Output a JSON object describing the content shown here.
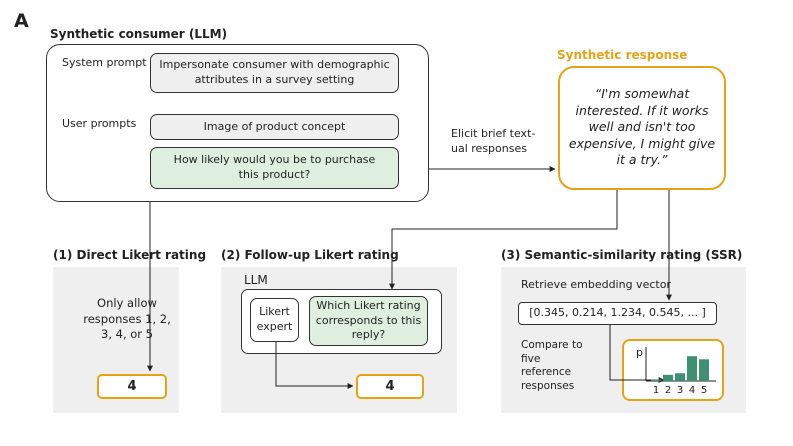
{
  "panel_label": "A",
  "consumer": {
    "title": "Synthetic consumer (LLM)",
    "system_prompt_label": "System prompt",
    "system_prompt": "Impersonate consumer with demographic attributes  in a survey setting",
    "user_prompts_label": "User prompts",
    "user_prompt_image": "Image of product concept",
    "user_prompt_question": "How likely would you be to purchase this product?"
  },
  "elicit_text": "Elicit brief text-ual responses",
  "synthetic_response": {
    "title": "Synthetic response",
    "quote": "“I'm somewhat interested. If it works well and isn't too expensive, I might give it a try.”"
  },
  "direct": {
    "title": "(1) Direct Likert rating",
    "instruction": "Only allow responses 1, 2, 3, 4, or 5",
    "rating": "4"
  },
  "followup": {
    "title": "(2) Follow-up Likert rating",
    "llm_label": "LLM",
    "expert": "Likert expert",
    "question": "Which Likert rating corresponds to this reply?",
    "rating": "4"
  },
  "ssr": {
    "title": "(3) Semantic-similarity rating (SSR)",
    "retrieve_label": "Retrieve embedding vector",
    "vector": "[0.345, 0.214, 1.234, 0.545, ... ]",
    "compare_label": "Compare to five reference responses",
    "plot_ylabel": "p"
  },
  "chart_data": {
    "type": "bar",
    "categories": [
      "1",
      "2",
      "3",
      "4",
      "5"
    ],
    "values": [
      0.05,
      0.2,
      0.25,
      0.8,
      0.7
    ],
    "ylabel": "p",
    "xlabel": "",
    "title": "",
    "ylim": [
      0,
      1
    ]
  },
  "colors": {
    "accent": "#e6a316",
    "bar": "#3f8f73",
    "grey_bg": "#efefef",
    "green_fill": "#deefdf"
  }
}
